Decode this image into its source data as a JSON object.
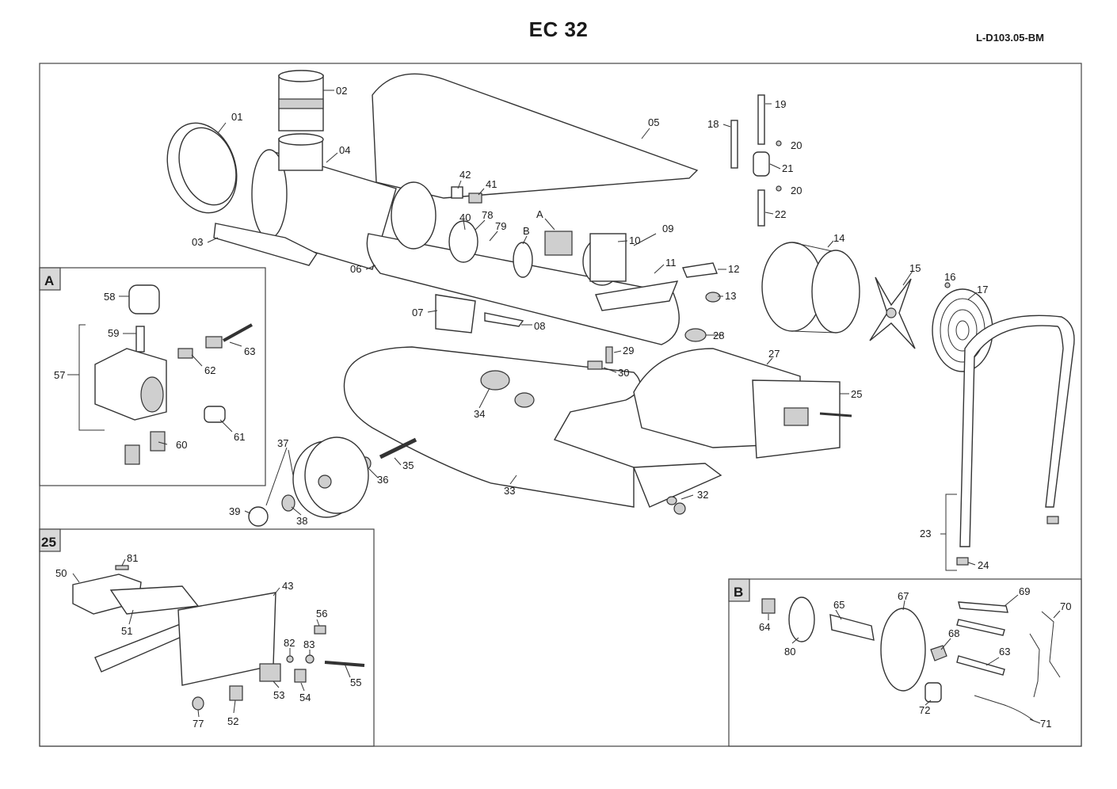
{
  "header": {
    "title": "EC 32",
    "code": "L-D103.05-BM"
  },
  "boxes": {
    "a": "A",
    "b": "B",
    "c": "25"
  },
  "labels": {
    "p01": "01",
    "p02": "02",
    "p03": "03",
    "p04": "04",
    "p05": "05",
    "p06": "06",
    "p07": "07",
    "p08": "08",
    "p09": "09",
    "p10": "10",
    "p11": "11",
    "p12": "12",
    "p13": "13",
    "p14": "14",
    "p15": "15",
    "p16": "16",
    "p17": "17",
    "p18": "18",
    "p19": "19",
    "p20a": "20",
    "p20b": "20",
    "p21": "21",
    "p22": "22",
    "p23": "23",
    "p24": "24",
    "p25": "25",
    "p27": "27",
    "p28": "28",
    "p29": "29",
    "p30": "30",
    "p32": "32",
    "p33": "33",
    "p34": "34",
    "p35": "35",
    "p36": "36",
    "p37": "37",
    "p38": "38",
    "p39": "39",
    "p40": "40",
    "p41": "41",
    "p42": "42",
    "p78": "78",
    "p79": "79",
    "pA": "A",
    "pB": "B",
    "p57": "57",
    "p58": "58",
    "p59": "59",
    "p60": "60",
    "p61": "61",
    "p62": "62",
    "p63a": "63",
    "p43": "43",
    "p50": "50",
    "p51": "51",
    "p52": "52",
    "p53": "53",
    "p54": "54",
    "p55": "55",
    "p56": "56",
    "p77": "77",
    "p81": "81",
    "p82": "82",
    "p83": "83",
    "p63b": "63",
    "p64": "64",
    "p65": "65",
    "p67": "67",
    "p68": "68",
    "p69": "69",
    "p70": "70",
    "p71": "71",
    "p72": "72",
    "p80": "80"
  }
}
